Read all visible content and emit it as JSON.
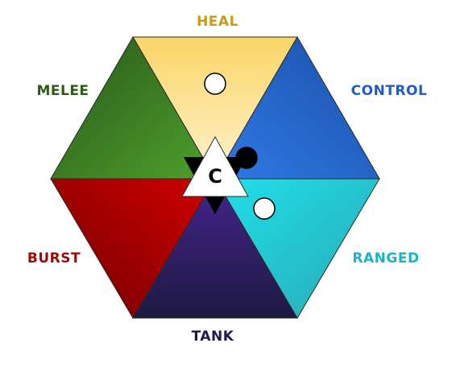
{
  "diagram": {
    "center_letter": "C",
    "roles": [
      {
        "key": "heal",
        "label": "HEAL",
        "color": "#c79a1c"
      },
      {
        "key": "control",
        "label": "CONTROL",
        "color": "#1a5fc8"
      },
      {
        "key": "ranged",
        "label": "RANGED",
        "color": "#1cb3c2"
      },
      {
        "key": "tank",
        "label": "TANK",
        "color": "#1f1a4a"
      },
      {
        "key": "burst",
        "label": "BURST",
        "color": "#9a0a0a"
      },
      {
        "key": "melee",
        "label": "MELEE",
        "color": "#2f5a14"
      }
    ],
    "sectors": {
      "heal": {
        "light": "#fff3cf",
        "dark": "#fbd566"
      },
      "control": {
        "light": "#2f7ae6",
        "dark": "#1b4fa6"
      },
      "ranged": {
        "light": "#1fe0ea",
        "dark": "#2aa8b4"
      },
      "tank": {
        "light": "#46238f",
        "dark": "#1c1a40"
      },
      "burst": {
        "light": "#d10000",
        "dark": "#6e0000"
      },
      "melee": {
        "light": "#4fa12c",
        "dark": "#28561a"
      }
    },
    "markers": [
      {
        "sector": "heal",
        "fill": "#ffffff"
      },
      {
        "sector": "control",
        "fill": "#000000"
      },
      {
        "sector": "ranged",
        "fill": "#ffffff"
      }
    ]
  }
}
